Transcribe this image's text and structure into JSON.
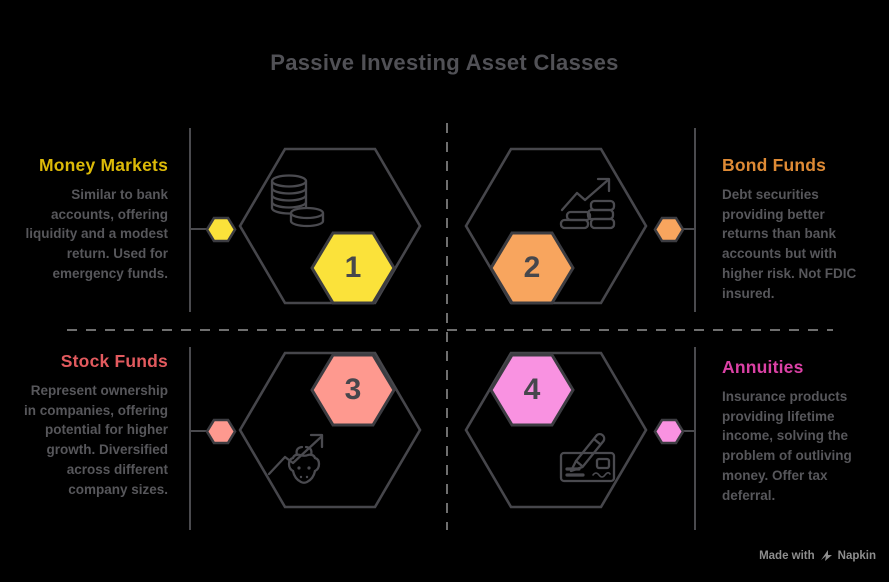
{
  "title": "Passive Investing Asset Classes",
  "colors": {
    "background": "#000000",
    "hexagon_outline": "#46464B",
    "number_hex_border": "#3C3C41",
    "dashed_divider": "#6F6F6F",
    "connector_line": "#4A4A4E",
    "body_text": "#57575B",
    "main_title": "#515156",
    "branding": "#8E8E8E"
  },
  "sections": [
    {
      "number": "1",
      "name": "Money Markets",
      "description": "Similar to bank accounts, offering liquidity and a modest return. Used for emergency funds.",
      "fill": "#FBE23A",
      "title_color": "#DCBA08",
      "icon": "coins-stack-icon"
    },
    {
      "number": "2",
      "name": "Bond Funds",
      "description": "Debt securities providing better returns than bank accounts but with higher risk. Not FDIC insured.",
      "fill": "#F8A55E",
      "title_color": "#DE8A35",
      "icon": "growth-chart-money-icon"
    },
    {
      "number": "3",
      "name": "Stock Funds",
      "description": "Represent ownership in companies, offering potential for higher growth. Diversified across different company sizes.",
      "fill": "#FE998F",
      "title_color": "#E25A5E",
      "icon": "bull-market-icon"
    },
    {
      "number": "4",
      "name": "Annuities",
      "description": "Insurance products providing lifetime income, solving the problem of outliving money. Offer tax deferral.",
      "fill": "#F992E1",
      "title_color": "#DB41A5",
      "icon": "contract-signing-icon"
    }
  ],
  "branding": {
    "made_with": "Made with",
    "brand": "Napkin"
  }
}
